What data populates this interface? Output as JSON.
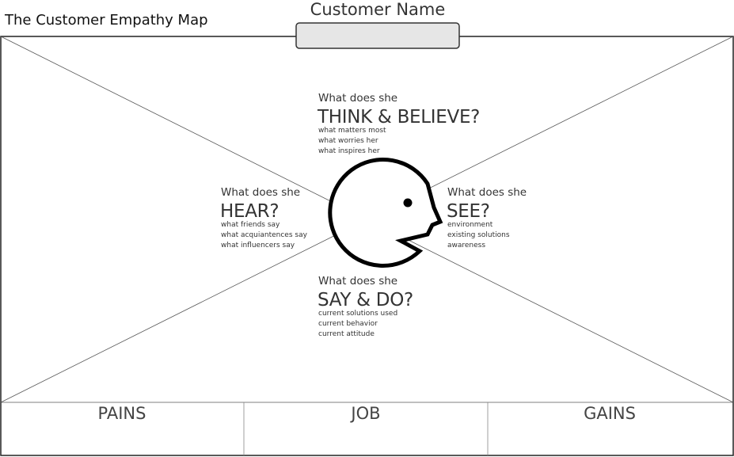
{
  "header": {
    "title": "The Customer Empathy Map",
    "customer_name_label": "Customer Name"
  },
  "quadrants": {
    "think": {
      "prompt": "What does she",
      "heading": "THINK & BELIEVE?",
      "items": [
        "what matters most",
        "what worries her",
        "what inspires her"
      ]
    },
    "hear": {
      "prompt": "What does she",
      "heading": "HEAR?",
      "items": [
        "what friends say",
        "what acquiantences say",
        "what influencers say"
      ]
    },
    "see": {
      "prompt": "What does she",
      "heading": "SEE?",
      "items": [
        "environment",
        "existing solutions",
        "awareness"
      ]
    },
    "say": {
      "prompt": "What does she",
      "heading": "SAY & DO?",
      "items": [
        "current solutions used",
        "current behavior",
        "current attitude"
      ]
    }
  },
  "bottom": {
    "pains": "PAINS",
    "job": "JOB",
    "gains": "GAINS"
  }
}
